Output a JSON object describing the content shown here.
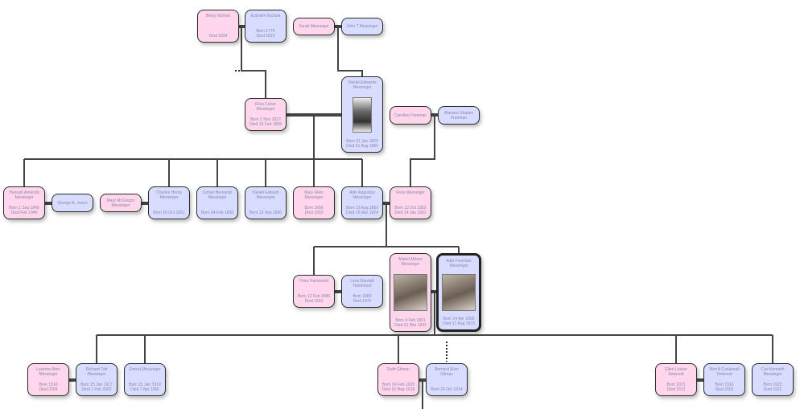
{
  "people": [
    {
      "id": "betsy",
      "name": "Betsy Nichols",
      "lines": [
        "Died 1824"
      ],
      "sex": "f"
    },
    {
      "id": "ephraim",
      "name": "Ephraim Nichols",
      "lines": [
        "Born 1776",
        "Died 1823"
      ],
      "sex": "m"
    },
    {
      "id": "sarah",
      "name": "Sarah Messinger",
      "lines": [],
      "sex": "f"
    },
    {
      "id": "john",
      "name": "John ? Messinger",
      "lines": [],
      "sex": "m"
    },
    {
      "id": "eliza",
      "name": "Eliza Carter Messinger",
      "lines": [
        "Born 2 Nov 1823",
        "Died 16 Feb 1899"
      ],
      "sex": "f"
    },
    {
      "id": "daniel",
      "name": "Daniel Edwards Messinger",
      "lines": [
        "Born 31 Jan 1820",
        "Died 21 Aug 1880"
      ],
      "sex": "m",
      "photo": "bw"
    },
    {
      "id": "caroline",
      "name": "Caroline Freeman",
      "lines": [],
      "sex": "f"
    },
    {
      "id": "alanson",
      "name": "Alanson Staples Freeman",
      "lines": [],
      "sex": "m"
    },
    {
      "id": "hannah",
      "name": "Hannah Amanda Messinger",
      "lines": [
        "Born 1 Sep 1849",
        "Died Feb 1940"
      ],
      "sex": "f"
    },
    {
      "id": "george",
      "name": "George A. Jones",
      "lines": [],
      "sex": "m"
    },
    {
      "id": "marymc",
      "name": "Mary McGregor Messinger",
      "lines": [],
      "sex": "f"
    },
    {
      "id": "charles",
      "name": "Charles Henry Messinger",
      "lines": [
        "Born 10 Oct 1851"
      ],
      "sex": "m"
    },
    {
      "id": "lyman",
      "name": "Lyman Bernardo Messinger",
      "lines": [
        "Born 24 Feb 1858"
      ],
      "sex": "m"
    },
    {
      "id": "danieled",
      "name": "Daniel Edward Messinger",
      "lines": [
        "Born 13 Sep 1860"
      ],
      "sex": "m"
    },
    {
      "id": "maryellen",
      "name": "Mary Ellen Messinger",
      "lines": [
        "Born 1866",
        "Died 1933"
      ],
      "sex": "f"
    },
    {
      "id": "adinaug",
      "name": "Adin Augustus Messinger",
      "lines": [
        "Born 13 Aug 1853",
        "Died 16 Mar 1924"
      ],
      "sex": "m"
    },
    {
      "id": "flora",
      "name": "Flora Messinger",
      "lines": [
        "Born 12 Oct 1853",
        "Died 14 Jan 1931"
      ],
      "sex": "f"
    },
    {
      "id": "florah",
      "name": "Flora Hammond",
      "lines": [
        "Born 12 Feb 1886",
        "Died 1953"
      ],
      "sex": "f"
    },
    {
      "id": "leon",
      "name": "Leon Randall Hammond",
      "lines": [
        "Born 1883",
        "Died 1972"
      ],
      "sex": "m"
    },
    {
      "id": "mabel",
      "name": "Mabel Moore Messinger",
      "lines": [
        "Born 4 Feb 1891",
        "Died 31 Mar 1932"
      ],
      "sex": "f",
      "photo": "color"
    },
    {
      "id": "adinf",
      "name": "Adin Freeman Messinger",
      "lines": [
        "Born 14 Apr 1890",
        "Died 17 Aug 1973"
      ],
      "sex": "m",
      "photo": "color",
      "selected": true
    },
    {
      "id": "luverne",
      "name": "Luverne Alice Messinger",
      "lines": [
        "Born 1916",
        "Died 2004"
      ],
      "sex": "f"
    },
    {
      "id": "richard",
      "name": "Richard Taft Messinger",
      "lines": [
        "Born 25 Jun 1917",
        "Died 1 Feb 2002"
      ],
      "sex": "m"
    },
    {
      "id": "ernest",
      "name": "Ernest Messinger",
      "lines": [
        "Born 21 Jan 1919",
        "Died 7 Apr 1956"
      ],
      "sex": "m"
    },
    {
      "id": "ruth",
      "name": "Ruth Gilman",
      "lines": [
        "Born 26 Feb 1920",
        "Died 16 May 2018"
      ],
      "sex": "f"
    },
    {
      "id": "bernard",
      "name": "Bernard Alvin Gilman",
      "lines": [
        "Born 24 Oct 1914"
      ],
      "sex": "m"
    },
    {
      "id": "ellen",
      "name": "Ellen Louise Selwood",
      "lines": [
        "Born 1921",
        "Died 2012"
      ],
      "sex": "f"
    },
    {
      "id": "merrill",
      "name": "Merrill Cedarwall Selwood",
      "lines": [
        "Born 1916",
        "Died 2002"
      ],
      "sex": "m"
    },
    {
      "id": "carl",
      "name": "Carl Kenneth Messinger",
      "lines": [
        "Born 1922",
        "Died 1922"
      ],
      "sex": "m"
    }
  ],
  "colors": {
    "female": "#ffd6ec",
    "male": "#d8ddff",
    "line": "#444444"
  }
}
